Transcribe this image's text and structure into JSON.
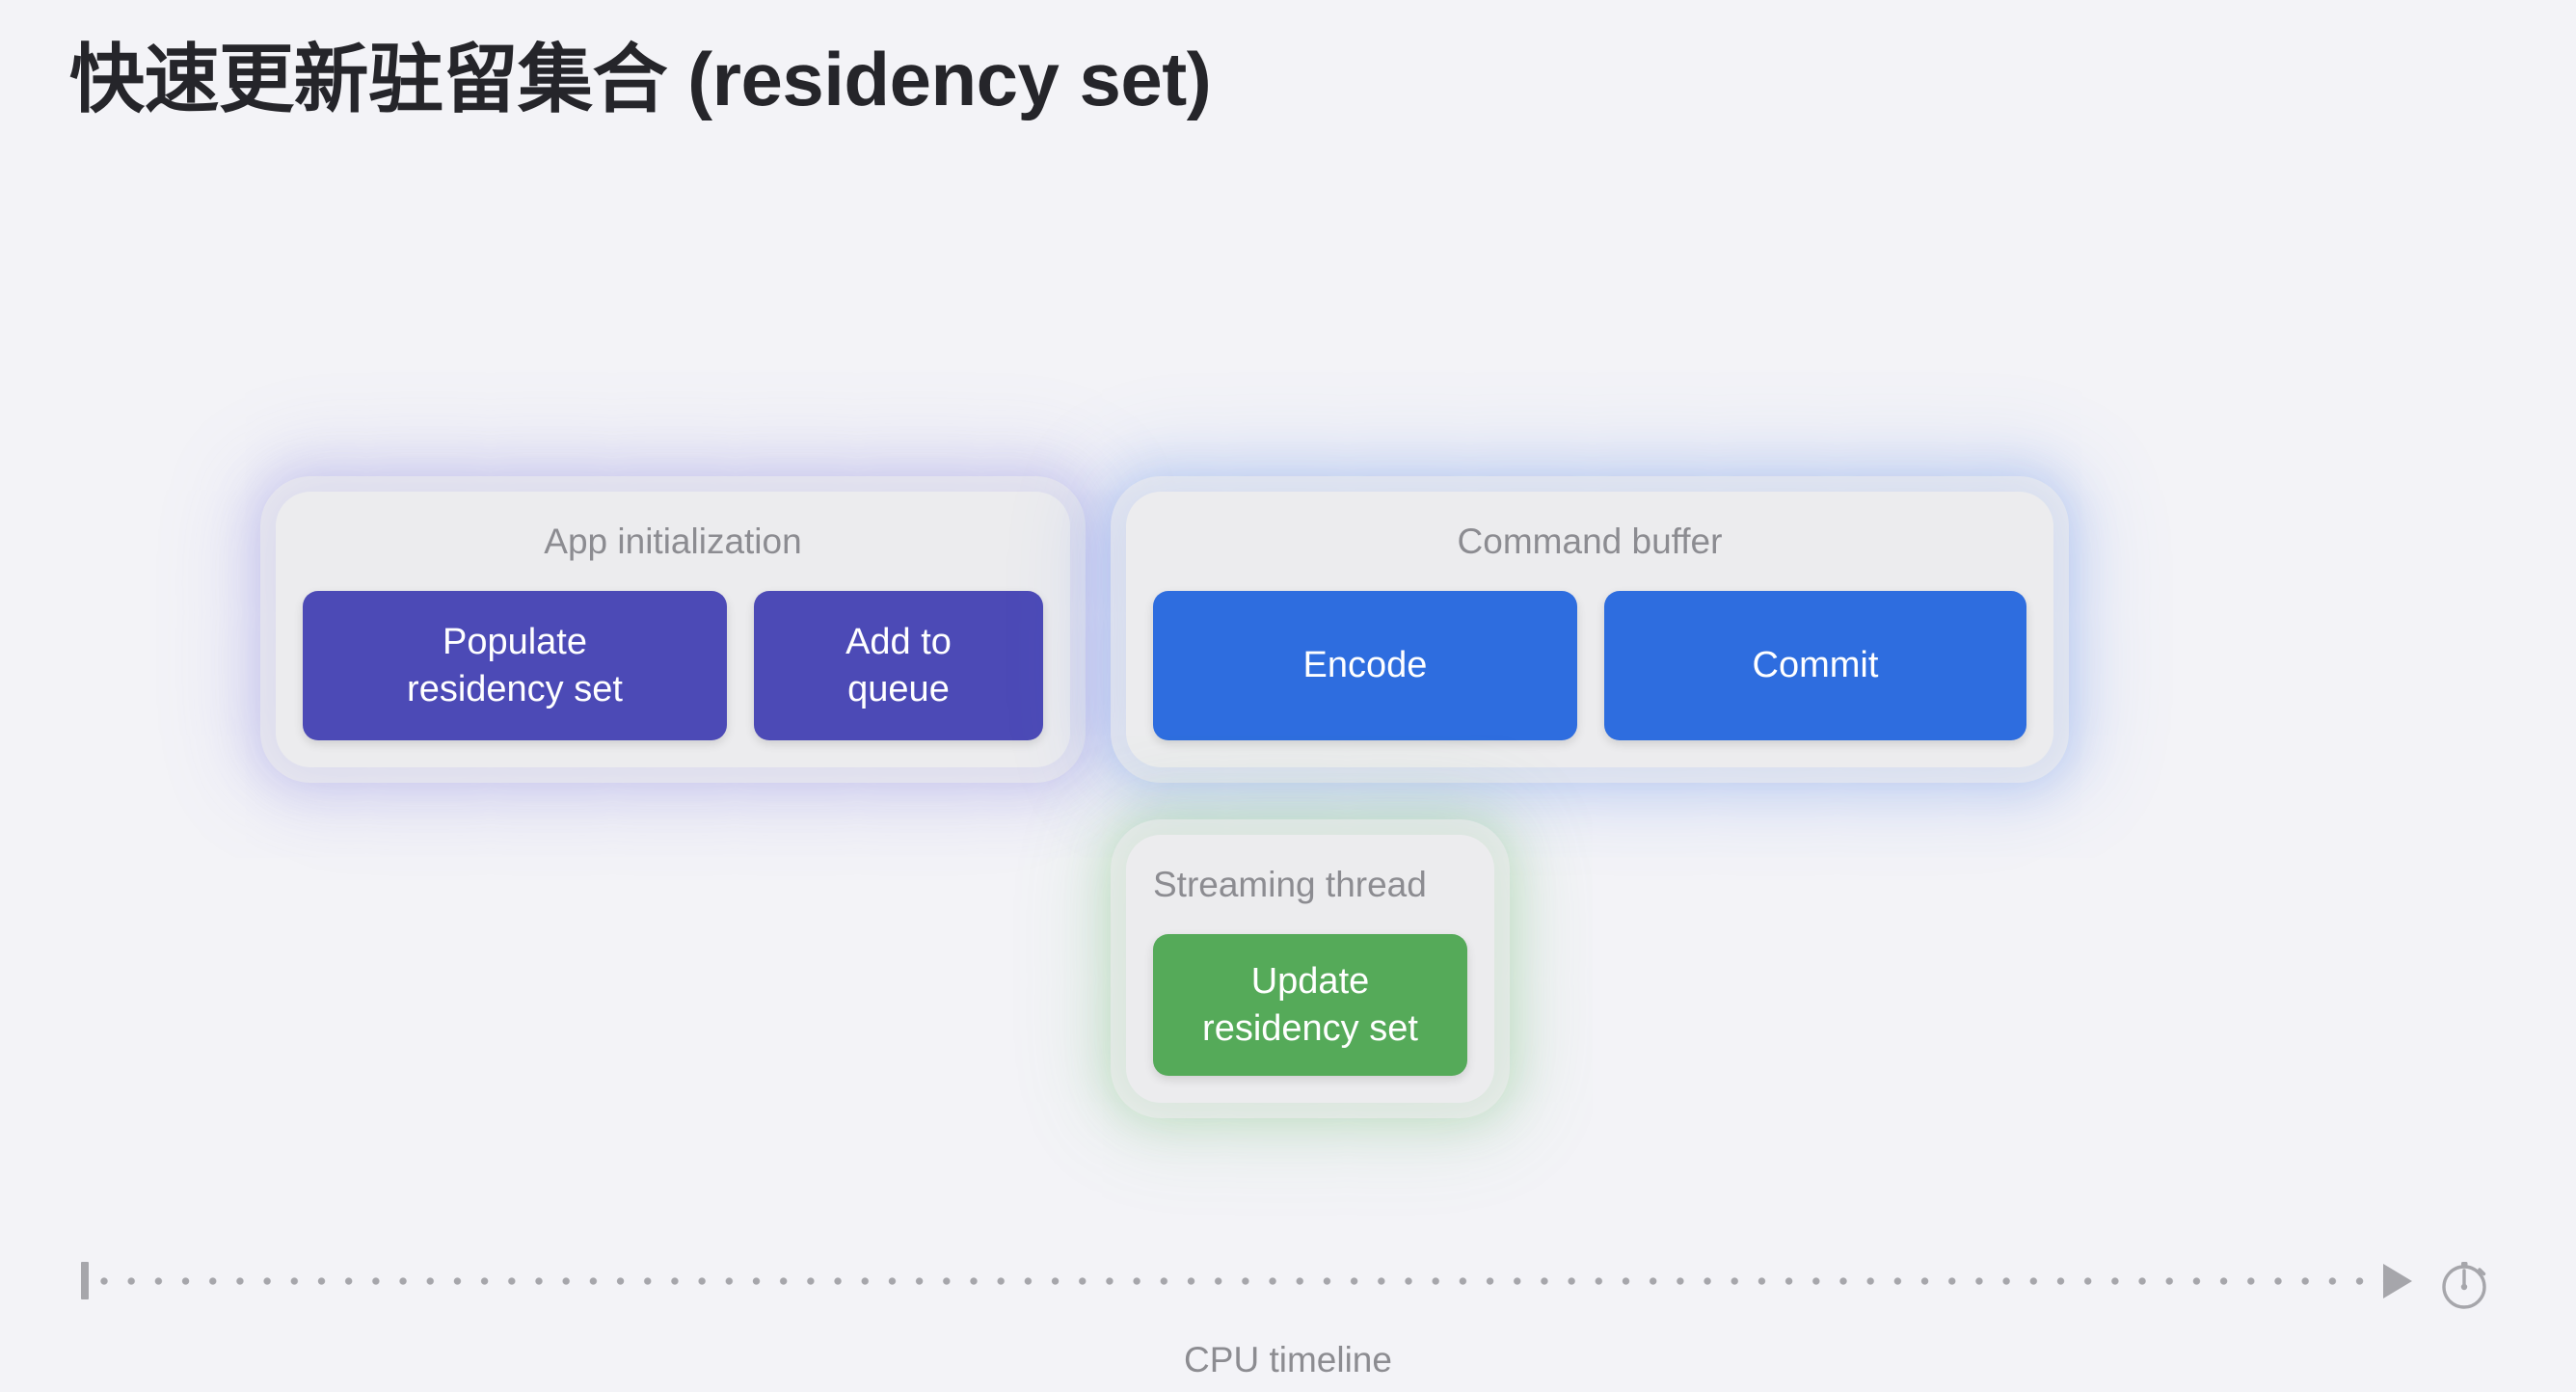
{
  "slide": {
    "title": "快速更新驻留集合 (residency set)",
    "background_color": "#f3f3f7"
  },
  "groups": [
    {
      "name": "app-initialization",
      "label": "App initialization",
      "accent_color": "#4c4ab6",
      "card_color": "#ececee",
      "tasks": [
        {
          "label": "Populate\nresidency set",
          "color": "#4c4ab6"
        },
        {
          "label": "Add to\nqueue",
          "color": "#4c4ab6"
        }
      ]
    },
    {
      "name": "command-buffer",
      "label": "Command buffer",
      "accent_color": "#2e6ddf",
      "card_color": "#ececee",
      "tasks": [
        {
          "label": "Encode",
          "color": "#2e6ddf"
        },
        {
          "label": "Commit",
          "color": "#2e6ddf"
        }
      ]
    },
    {
      "name": "streaming-thread",
      "label": "Streaming thread",
      "accent_color": "#55aa59",
      "card_color": "#ececee",
      "tasks": [
        {
          "label": "Update\nresidency set",
          "color": "#55aa59"
        }
      ]
    }
  ],
  "timeline": {
    "caption": "CPU timeline",
    "line_color": "#a6a6ab",
    "start_marker": "tick",
    "end_marker": "arrow",
    "end_icon": "stopwatch-icon"
  }
}
